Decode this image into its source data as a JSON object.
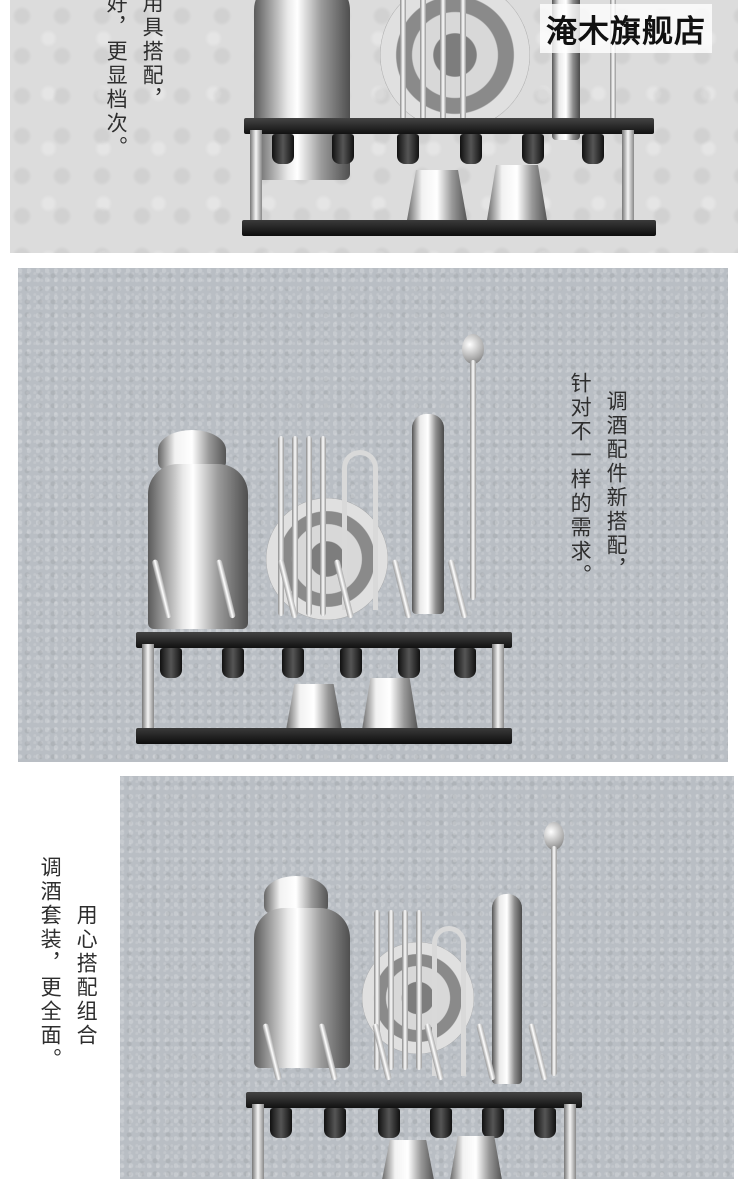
{
  "shop": {
    "name": "淹木旗舰店"
  },
  "panel1": {
    "col1": "好，更显档次。",
    "col2": "用具搭配，"
  },
  "panel2": {
    "col1": "调酒配件新搭配，",
    "col2": "针对不一样的需求。"
  },
  "panel3": {
    "col1": "调酒套装，更全面。",
    "col2": "用心搭配组合"
  }
}
